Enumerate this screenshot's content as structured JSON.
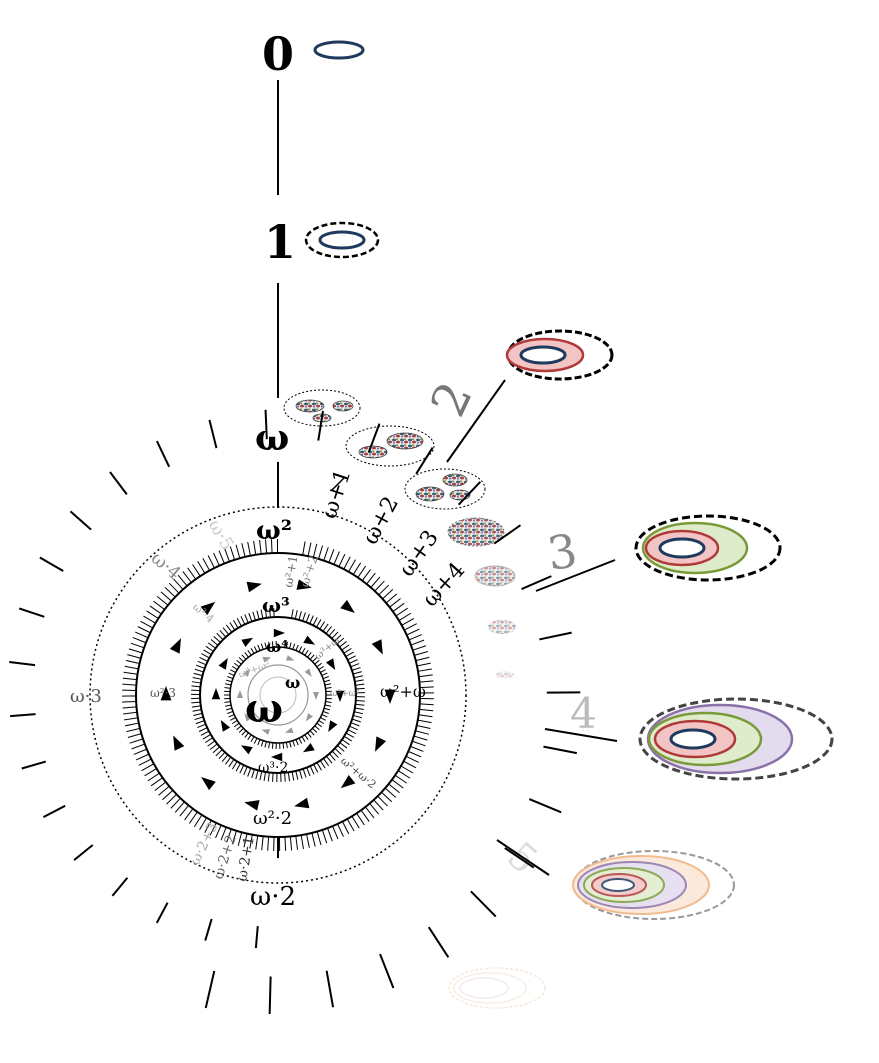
{
  "labels": {
    "zero": "0",
    "one": "1",
    "omega": "ω",
    "omega_plus_1": "ω+1",
    "omega_plus_2": "ω+2",
    "omega_plus_3": "ω+3",
    "omega_plus_4": "ω+4",
    "omega_sq": "ω²",
    "omega_sq_plus_1": "ω²+1",
    "omega_sq_plus_2": "ω²+2",
    "omega_cubed": "ω³",
    "omega_4": "ω⁴",
    "omega_omega": "ω",
    "omega_omega_exp": "ω",
    "omega_cubed_plus_omega": "ω³+ω",
    "omega_sq_plus_omega": "ω²+ω",
    "omega_sq_plus_omega_2": "ω²+ω·2",
    "omega_cubed_2": "ω³·2",
    "omega_sq_2": "ω²·2",
    "omega_sq_3": "ω²·3",
    "omega_sq_4": "ω²·4",
    "omega_x2": "ω·2",
    "omega_x2_plus_1": "ω·2+1",
    "omega_x2_plus_2": "ω·2+2",
    "omega_x2_plus_3": "ω·2+3",
    "omega_x3": "ω·3",
    "omega_x4": "ω·4",
    "omega_x5": "ω·5",
    "omega4_tiny": "ω⁴+ω²",
    "omega3_tiny": "ω³+ω²",
    "two": "2",
    "three": "3",
    "four": "4",
    "five": "5"
  },
  "colors": {
    "navy": "#1f3a5f",
    "red_ring": "#b03a3a",
    "red_fill": "#f2c4c4",
    "green_ring": "#7a9a3a",
    "green_fill": "#dfeccc",
    "purple_ring": "#8a72a8",
    "purple_fill": "#e3dbee",
    "orange_ring": "#f0b07a",
    "orange_fill": "#fbe6d6",
    "ink": "#000000",
    "grey": "#888888"
  }
}
